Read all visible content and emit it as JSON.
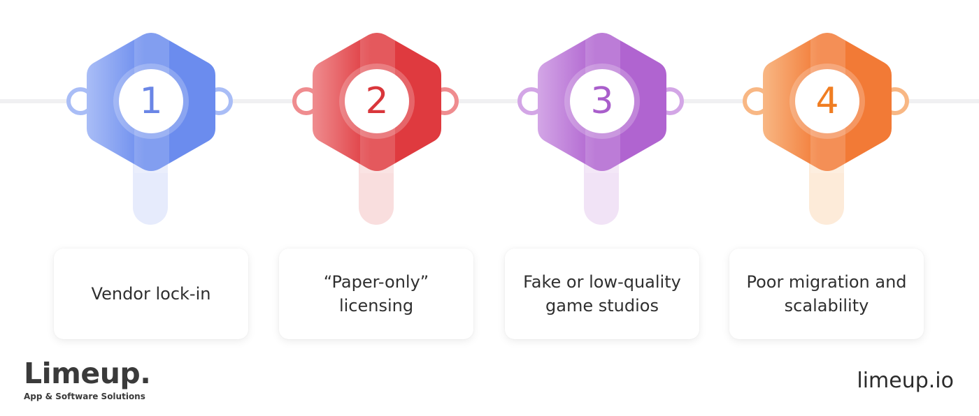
{
  "steps": [
    {
      "number": "1",
      "label": "Vendor lock-in",
      "color": "#6b8cee",
      "light": "#a9bdf6",
      "stem": "#e6ebfc",
      "text_color": "#6a86e6"
    },
    {
      "number": "2",
      "label": "“Paper-only” licensing",
      "color": "#df3a3f",
      "light": "#ef8c8f",
      "stem": "#f9dede",
      "text_color": "#d9363b"
    },
    {
      "number": "3",
      "label": "Fake or low-quality game studios",
      "color": "#b064d0",
      "light": "#d3a6e6",
      "stem": "#f1e3f6",
      "text_color": "#a95ecb"
    },
    {
      "number": "4",
      "label": "Poor migration and scalability",
      "color": "#f27a36",
      "light": "#f8b784",
      "stem": "#fdebd9",
      "text_color": "#f07d22"
    }
  ],
  "brand": {
    "logo": "Limeup.",
    "tagline": "App & Software Solutions",
    "website": "limeup.io"
  }
}
